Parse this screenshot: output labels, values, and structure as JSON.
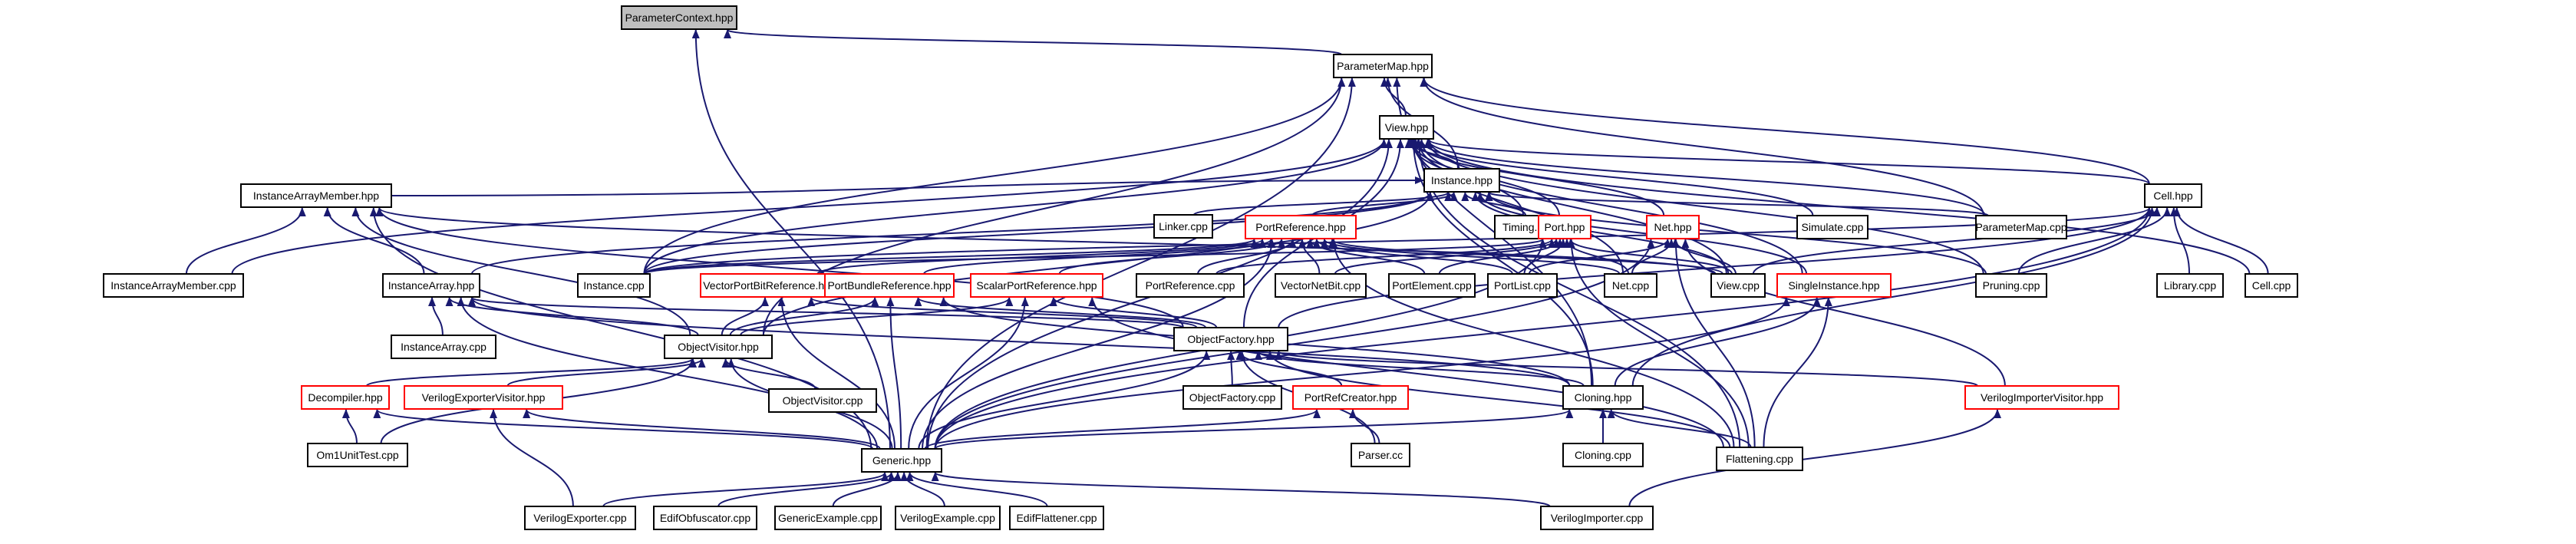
{
  "graph": {
    "edge_color": "#191970",
    "truncated_border_color": "#ff0000",
    "root_fill": "#bfbfbf",
    "nodes": [
      {
        "id": "ParameterContext",
        "label": "ParameterContext.hpp",
        "kind": "root"
      },
      {
        "id": "ParameterMap",
        "label": "ParameterMap.hpp",
        "kind": "normal"
      },
      {
        "id": "View",
        "label": "View.hpp",
        "kind": "normal"
      },
      {
        "id": "Instance",
        "label": "Instance.hpp",
        "kind": "normal"
      },
      {
        "id": "Simulate",
        "label": "Simulate.cpp",
        "kind": "normal"
      },
      {
        "id": "Cell",
        "label": "Cell.hpp",
        "kind": "normal"
      },
      {
        "id": "InstanceArrayMember",
        "label": "InstanceArrayMember.hpp",
        "kind": "normal"
      },
      {
        "id": "Linker",
        "label": "Linker.cpp",
        "kind": "normal"
      },
      {
        "id": "PortReference",
        "label": "PortReference.hpp",
        "kind": "truncated"
      },
      {
        "id": "Timing",
        "label": "Timing.cpp",
        "kind": "normal"
      },
      {
        "id": "Port",
        "label": "Port.hpp",
        "kind": "truncated"
      },
      {
        "id": "Net",
        "label": "Net.hpp",
        "kind": "truncated"
      },
      {
        "id": "ParameterMapCpp",
        "label": "ParameterMap.cpp",
        "kind": "normal"
      },
      {
        "id": "InstanceArrayMemberCpp",
        "label": "InstanceArrayMember.cpp",
        "kind": "normal"
      },
      {
        "id": "InstanceArray",
        "label": "InstanceArray.hpp",
        "kind": "normal"
      },
      {
        "id": "InstanceCpp",
        "label": "Instance.cpp",
        "kind": "normal"
      },
      {
        "id": "VectorPortBitReference",
        "label": "VectorPortBitReference.hpp",
        "kind": "truncated"
      },
      {
        "id": "PortBundleReference",
        "label": "PortBundleReference.hpp",
        "kind": "truncated"
      },
      {
        "id": "ScalarPortReference",
        "label": "ScalarPortReference.hpp",
        "kind": "truncated"
      },
      {
        "id": "PortReferenceCpp",
        "label": "PortReference.cpp",
        "kind": "normal"
      },
      {
        "id": "VectorNetBit",
        "label": "VectorNetBit.cpp",
        "kind": "normal"
      },
      {
        "id": "PortElement",
        "label": "PortElement.cpp",
        "kind": "normal"
      },
      {
        "id": "PortList",
        "label": "PortList.cpp",
        "kind": "normal"
      },
      {
        "id": "NetCpp",
        "label": "Net.cpp",
        "kind": "normal"
      },
      {
        "id": "ViewCpp",
        "label": "View.cpp",
        "kind": "normal"
      },
      {
        "id": "SingleInstance",
        "label": "SingleInstance.hpp",
        "kind": "truncated"
      },
      {
        "id": "Pruning",
        "label": "Pruning.cpp",
        "kind": "normal"
      },
      {
        "id": "Library",
        "label": "Library.cpp",
        "kind": "normal"
      },
      {
        "id": "CellCpp",
        "label": "Cell.cpp",
        "kind": "normal"
      },
      {
        "id": "InstanceArrayCpp",
        "label": "InstanceArray.cpp",
        "kind": "normal"
      },
      {
        "id": "ObjectVisitor",
        "label": "ObjectVisitor.hpp",
        "kind": "normal"
      },
      {
        "id": "ObjectFactory",
        "label": "ObjectFactory.hpp",
        "kind": "normal"
      },
      {
        "id": "ObjectVisitorCpp",
        "label": "ObjectVisitor.cpp",
        "kind": "normal"
      },
      {
        "id": "ObjectFactoryCpp",
        "label": "ObjectFactory.cpp",
        "kind": "normal"
      },
      {
        "id": "PortRefCreator",
        "label": "PortRefCreator.hpp",
        "kind": "truncated"
      },
      {
        "id": "Cloning",
        "label": "Cloning.hpp",
        "kind": "normal"
      },
      {
        "id": "VerilogImporterVisitor",
        "label": "VerilogImporterVisitor.hpp",
        "kind": "truncated"
      },
      {
        "id": "Decompiler",
        "label": "Decompiler.hpp",
        "kind": "truncated"
      },
      {
        "id": "VerilogExporterVisitor",
        "label": "VerilogExporterVisitor.hpp",
        "kind": "truncated"
      },
      {
        "id": "Om1UnitTest",
        "label": "Om1UnitTest.cpp",
        "kind": "normal"
      },
      {
        "id": "Generic",
        "label": "Generic.hpp",
        "kind": "normal"
      },
      {
        "id": "Parser",
        "label": "Parser.cc",
        "kind": "normal"
      },
      {
        "id": "CloningCpp",
        "label": "Cloning.cpp",
        "kind": "normal"
      },
      {
        "id": "Flattening",
        "label": "Flattening.cpp",
        "kind": "normal"
      },
      {
        "id": "VerilogExporter",
        "label": "VerilogExporter.cpp",
        "kind": "normal"
      },
      {
        "id": "EdifObfuscator",
        "label": "EdifObfuscator.cpp",
        "kind": "normal"
      },
      {
        "id": "GenericExample",
        "label": "GenericExample.cpp",
        "kind": "normal"
      },
      {
        "id": "VerilogExample",
        "label": "VerilogExample.cpp",
        "kind": "normal"
      },
      {
        "id": "EdifFlattener",
        "label": "EdifFlattener.cpp",
        "kind": "normal"
      },
      {
        "id": "VerilogImporter",
        "label": "VerilogImporter.cpp",
        "kind": "normal"
      }
    ],
    "edges": [
      [
        "ParameterMap",
        "ParameterContext"
      ],
      [
        "Generic",
        "ParameterContext"
      ],
      [
        "View",
        "ParameterMap"
      ],
      [
        "Instance",
        "ParameterMap"
      ],
      [
        "Cell",
        "ParameterMap"
      ],
      [
        "ObjectVisitor",
        "ParameterMap"
      ],
      [
        "InstanceCpp",
        "ParameterMap"
      ],
      [
        "ParameterMapCpp",
        "ParameterMap"
      ],
      [
        "Generic",
        "ParameterMap"
      ],
      [
        "Cloning",
        "ParameterMap"
      ],
      [
        "Instance",
        "View"
      ],
      [
        "Simulate",
        "View"
      ],
      [
        "Cell",
        "View"
      ],
      [
        "Port",
        "View"
      ],
      [
        "Net",
        "View"
      ],
      [
        "Timing",
        "View"
      ],
      [
        "ParameterMapCpp",
        "View"
      ],
      [
        "InstanceArrayMemberCpp",
        "View"
      ],
      [
        "ViewCpp",
        "View"
      ],
      [
        "NetCpp",
        "View"
      ],
      [
        "Pruning",
        "View"
      ],
      [
        "CellCpp",
        "View"
      ],
      [
        "InstanceCpp",
        "View"
      ],
      [
        "SingleInstance",
        "View"
      ],
      [
        "Generic",
        "View"
      ],
      [
        "Cloning",
        "View"
      ],
      [
        "Flattening",
        "View"
      ],
      [
        "ObjectFactory",
        "View"
      ],
      [
        "InstanceArrayMember",
        "Instance"
      ],
      [
        "Linker",
        "Instance"
      ],
      [
        "PortReference",
        "Instance"
      ],
      [
        "Timing",
        "Instance"
      ],
      [
        "ParameterMapCpp",
        "Instance"
      ],
      [
        "InstanceArray",
        "Instance"
      ],
      [
        "InstanceCpp",
        "Instance"
      ],
      [
        "SingleInstance",
        "Instance"
      ],
      [
        "ViewCpp",
        "Instance"
      ],
      [
        "Pruning",
        "Instance"
      ],
      [
        "ObjectVisitor",
        "Instance"
      ],
      [
        "ViewCpp",
        "Cell"
      ],
      [
        "Library",
        "Cell"
      ],
      [
        "CellCpp",
        "Cell"
      ],
      [
        "Pruning",
        "Cell"
      ],
      [
        "InstanceCpp",
        "Cell"
      ],
      [
        "ObjectFactory",
        "Cell"
      ],
      [
        "Generic",
        "Cell"
      ],
      [
        "Cloning",
        "Cell"
      ],
      [
        "InstanceArrayMemberCpp",
        "InstanceArrayMember"
      ],
      [
        "InstanceArray",
        "InstanceArrayMember"
      ],
      [
        "ObjectVisitor",
        "InstanceArrayMember"
      ],
      [
        "ObjectFactory",
        "InstanceArrayMember"
      ],
      [
        "Generic",
        "InstanceArrayMember"
      ],
      [
        "ViewCpp",
        "InstanceArrayMember"
      ],
      [
        "InstanceCpp",
        "PortReference"
      ],
      [
        "VectorPortBitReference",
        "PortReference"
      ],
      [
        "PortBundleReference",
        "PortReference"
      ],
      [
        "ScalarPortReference",
        "PortReference"
      ],
      [
        "PortReferenceCpp",
        "PortReference"
      ],
      [
        "VectorNetBit",
        "PortReference"
      ],
      [
        "PortElement",
        "PortReference"
      ],
      [
        "PortList",
        "PortReference"
      ],
      [
        "NetCpp",
        "PortReference"
      ],
      [
        "ViewCpp",
        "PortReference"
      ],
      [
        "Generic",
        "PortReference"
      ],
      [
        "Flattening",
        "PortReference"
      ],
      [
        "InstanceCpp",
        "Port"
      ],
      [
        "PortReferenceCpp",
        "Port"
      ],
      [
        "VectorNetBit",
        "Port"
      ],
      [
        "PortElement",
        "Port"
      ],
      [
        "PortList",
        "Port"
      ],
      [
        "NetCpp",
        "Port"
      ],
      [
        "ViewCpp",
        "Port"
      ],
      [
        "Generic",
        "Port"
      ],
      [
        "Flattening",
        "Port"
      ],
      [
        "NetCpp",
        "Net"
      ],
      [
        "ViewCpp",
        "Net"
      ],
      [
        "VerilogImporterVisitor",
        "Net"
      ],
      [
        "Generic",
        "Net"
      ],
      [
        "Flattening",
        "Net"
      ],
      [
        "PortList",
        "Net"
      ],
      [
        "InstanceArrayCpp",
        "InstanceArray"
      ],
      [
        "ObjectVisitor",
        "InstanceArray"
      ],
      [
        "ObjectFactory",
        "InstanceArray"
      ],
      [
        "Generic",
        "InstanceArray"
      ],
      [
        "Cloning",
        "InstanceArray"
      ],
      [
        "ObjectVisitor",
        "VectorPortBitReference"
      ],
      [
        "ObjectFactory",
        "VectorPortBitReference"
      ],
      [
        "Generic",
        "VectorPortBitReference"
      ],
      [
        "ObjectVisitor",
        "PortBundleReference"
      ],
      [
        "ObjectFactory",
        "PortBundleReference"
      ],
      [
        "Generic",
        "PortBundleReference"
      ],
      [
        "Cloning",
        "PortBundleReference"
      ],
      [
        "ObjectVisitor",
        "ScalarPortReference"
      ],
      [
        "ObjectFactory",
        "ScalarPortReference"
      ],
      [
        "Generic",
        "ScalarPortReference"
      ],
      [
        "Flattening",
        "ScalarPortReference"
      ],
      [
        "Generic",
        "SingleInstance"
      ],
      [
        "Cloning",
        "SingleInstance"
      ],
      [
        "Flattening",
        "SingleInstance"
      ],
      [
        "ObjectVisitorCpp",
        "ObjectVisitor"
      ],
      [
        "Decompiler",
        "ObjectVisitor"
      ],
      [
        "VerilogExporterVisitor",
        "ObjectVisitor"
      ],
      [
        "Generic",
        "ObjectVisitor"
      ],
      [
        "Om1UnitTest",
        "ObjectVisitor"
      ],
      [
        "ObjectFactoryCpp",
        "ObjectFactory"
      ],
      [
        "PortRefCreator",
        "ObjectFactory"
      ],
      [
        "Cloning",
        "ObjectFactory"
      ],
      [
        "VerilogImporterVisitor",
        "ObjectFactory"
      ],
      [
        "Generic",
        "ObjectFactory"
      ],
      [
        "Parser",
        "ObjectFactory"
      ],
      [
        "Flattening",
        "ObjectFactory"
      ],
      [
        "Generic",
        "PortRefCreator"
      ],
      [
        "Parser",
        "PortRefCreator"
      ],
      [
        "Generic",
        "Cloning"
      ],
      [
        "CloningCpp",
        "Cloning"
      ],
      [
        "Flattening",
        "Cloning"
      ],
      [
        "VerilogImporter",
        "VerilogImporterVisitor"
      ],
      [
        "Om1UnitTest",
        "Decompiler"
      ],
      [
        "Generic",
        "Decompiler"
      ],
      [
        "VerilogExporter",
        "VerilogExporterVisitor"
      ],
      [
        "Generic",
        "VerilogExporterVisitor"
      ],
      [
        "VerilogExporter",
        "Generic"
      ],
      [
        "EdifObfuscator",
        "Generic"
      ],
      [
        "GenericExample",
        "Generic"
      ],
      [
        "VerilogExample",
        "Generic"
      ],
      [
        "EdifFlattener",
        "Generic"
      ],
      [
        "VerilogImporter",
        "Generic"
      ]
    ]
  }
}
